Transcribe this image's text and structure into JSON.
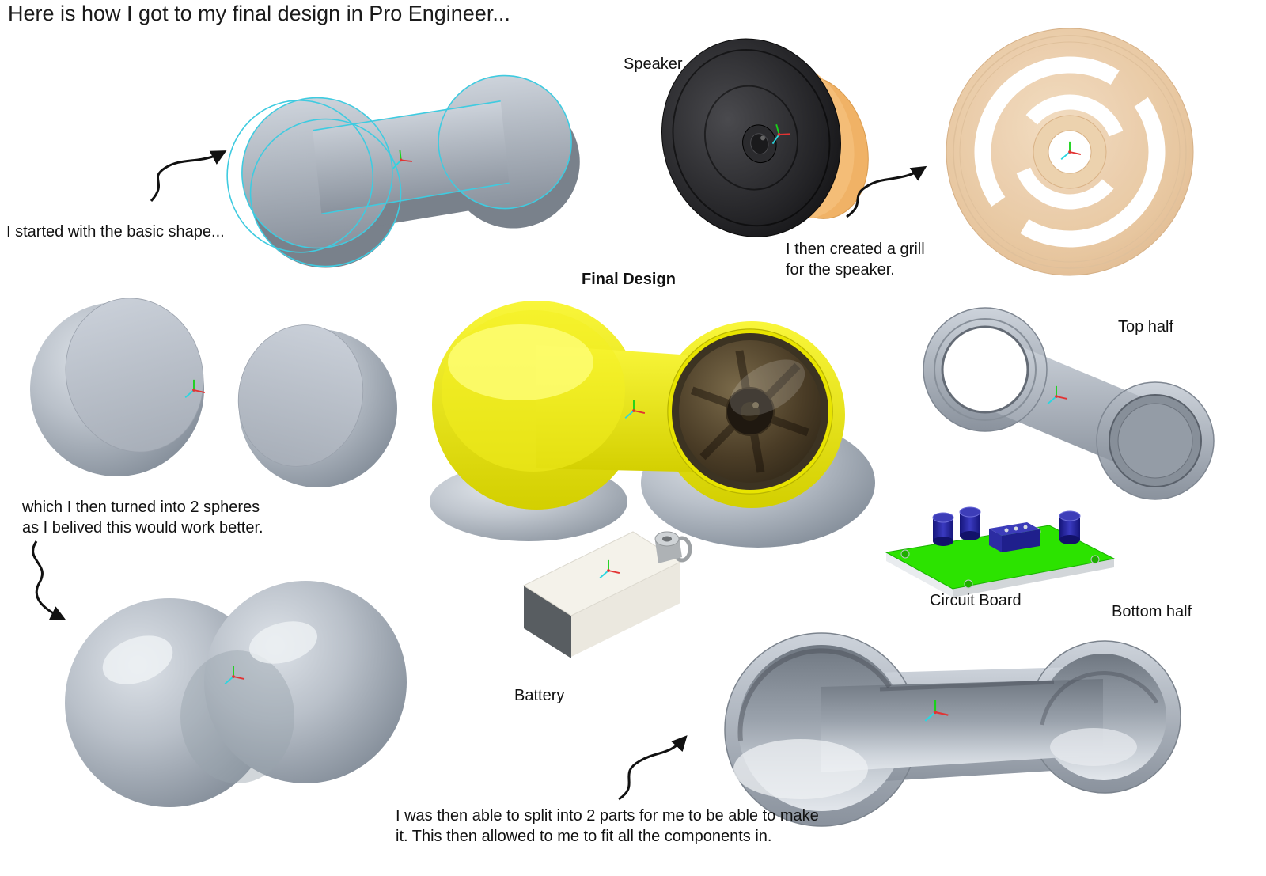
{
  "page": {
    "title": "Here is how I got to my final design in Pro Engineer..."
  },
  "labels": {
    "speaker": "Speaker",
    "final_design": "Final Design",
    "top_half": "Top half",
    "circuit_board": "Circuit Board",
    "bottom_half": "Bottom half",
    "battery": "Battery"
  },
  "annotations": {
    "basic_shape": "I started with the basic shape...",
    "grill_line1": "I then created a grill",
    "grill_line2": "for the speaker.",
    "spheres_line1": "which I then turned into 2 spheres",
    "spheres_line2": "as I belived this would work better.",
    "split_line1": "I was then able to split into 2 parts for me to be able to make",
    "split_line2": "it. This then allowed to me to fit all the components in."
  },
  "colors": {
    "final_design_yellow": "#ece800",
    "grill_tan": "#ecd0ae",
    "speaker_orange": "#f0b266",
    "pcb_green": "#2ce300",
    "capacitor_blue": "#1b1b8a",
    "sketch_cyan": "#3fcbe0",
    "body_gray": "#a6aeb8"
  }
}
